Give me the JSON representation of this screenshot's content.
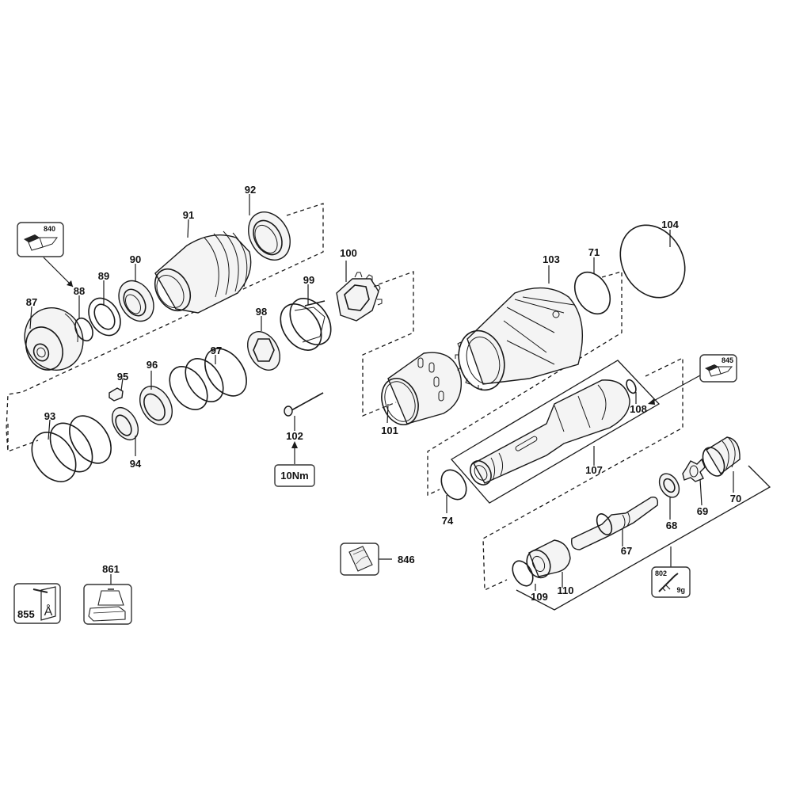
{
  "diagram": {
    "title": "",
    "type": "exploded-parts-diagram",
    "parts": [
      {
        "id": "87",
        "label": "87"
      },
      {
        "id": "88",
        "label": "88"
      },
      {
        "id": "89",
        "label": "89"
      },
      {
        "id": "90",
        "label": "90"
      },
      {
        "id": "91",
        "label": "91"
      },
      {
        "id": "92",
        "label": "92"
      },
      {
        "id": "93",
        "label": "93"
      },
      {
        "id": "94",
        "label": "94"
      },
      {
        "id": "95",
        "label": "95"
      },
      {
        "id": "96",
        "label": "96"
      },
      {
        "id": "97",
        "label": "97"
      },
      {
        "id": "98",
        "label": "98"
      },
      {
        "id": "99",
        "label": "99"
      },
      {
        "id": "100",
        "label": "100"
      },
      {
        "id": "101",
        "label": "101"
      },
      {
        "id": "102",
        "label": "102"
      },
      {
        "id": "103",
        "label": "103"
      },
      {
        "id": "104",
        "label": "104"
      },
      {
        "id": "71",
        "label": "71"
      },
      {
        "id": "107",
        "label": "107"
      },
      {
        "id": "108",
        "label": "108"
      },
      {
        "id": "74",
        "label": "74"
      },
      {
        "id": "70",
        "label": "70"
      },
      {
        "id": "69",
        "label": "69"
      },
      {
        "id": "68",
        "label": "68"
      },
      {
        "id": "67",
        "label": "67"
      },
      {
        "id": "109",
        "label": "109"
      },
      {
        "id": "110",
        "label": "110"
      }
    ],
    "callouts": {
      "c840": {
        "label": "840",
        "icon": "lubricant-kit-icon"
      },
      "c845": {
        "label": "845",
        "icon": "lubricant-kit-icon"
      },
      "c846": {
        "label": "846",
        "icon": "grease-bag-icon"
      },
      "c855": {
        "label": "855",
        "icon": "manual-icon"
      },
      "c861": {
        "label": "861",
        "icon": "carry-case-icon"
      },
      "c802": {
        "label": "802",
        "sub": "9g",
        "icon": "grease-gun-icon"
      },
      "torque": {
        "label": "10Nm"
      }
    }
  }
}
